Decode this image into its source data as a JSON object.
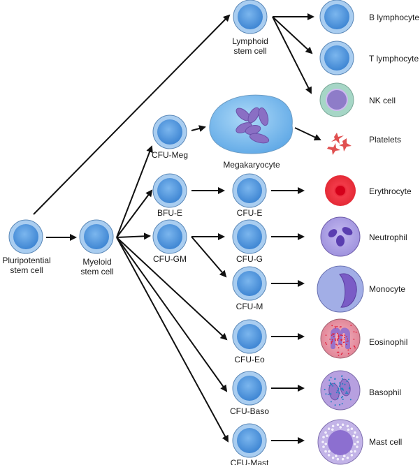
{
  "diagram": {
    "colors": {
      "stem_fill": "#4a90d9",
      "stem_ring": "#a9cdf0",
      "arrow": "#111111",
      "erythrocyte": "#e02030",
      "platelet": "#e05050",
      "nk_ring": "#9fd0c0",
      "nk_core": "#8e7cc8",
      "granulocyte": "#a79be0",
      "eosinophil": "#e48a9a",
      "megakaryocyte": "#8fc4ef"
    },
    "stem": {
      "pluripotential": "Pluripotential\nstem cell",
      "myeloid": "Myeloid\nstem cell",
      "lymphoid": "Lymphoid\nstem cell"
    },
    "progenitors": {
      "cfu_meg": "CFU-Meg",
      "bfu_e": "BFU-E",
      "cfu_gm": "CFU-GM",
      "cfu_e": "CFU-E",
      "cfu_g": "CFU-G",
      "cfu_m": "CFU-M",
      "cfu_eo": "CFU-Eo",
      "cfu_baso": "CFU-Baso",
      "cfu_mast": "CFU-Mast",
      "megakaryocyte": "Megakaryocyte"
    },
    "mature": {
      "b_lymphocyte": "B lymphocyte",
      "t_lymphocyte": "T lymphocyte",
      "nk_cell": "NK cell",
      "platelets": "Platelets",
      "erythrocyte": "Erythrocyte",
      "neutrophil": "Neutrophil",
      "monocyte": "Monocyte",
      "eosinophil": "Eosinophil",
      "basophil": "Basophil",
      "mast_cell": "Mast cell"
    }
  }
}
